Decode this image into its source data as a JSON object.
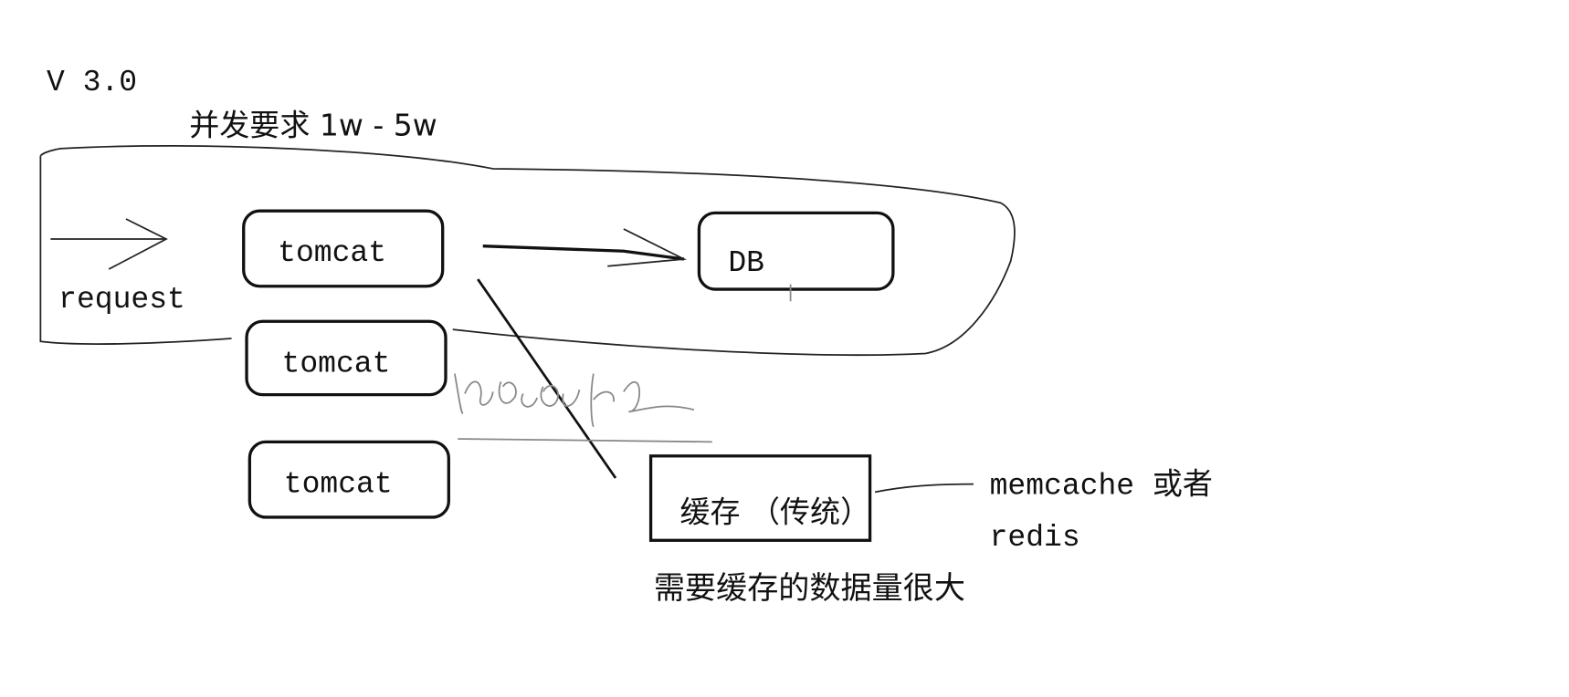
{
  "version_label": "V 3.0",
  "concurrency_note": "并发要求 1w - 5w",
  "request_label": "request",
  "servers": [
    {
      "label": "tomcat"
    },
    {
      "label": "tomcat"
    },
    {
      "label": "tomcat"
    }
  ],
  "database_label": "DB",
  "cache_label": "缓存 （传统）",
  "cache_options": {
    "line1": "memcache 或者",
    "line2": "redis"
  },
  "cache_note": "需要缓存的数据量很大",
  "colors": {
    "ink": "#111111",
    "faint": "#888888",
    "background": "#ffffff"
  }
}
